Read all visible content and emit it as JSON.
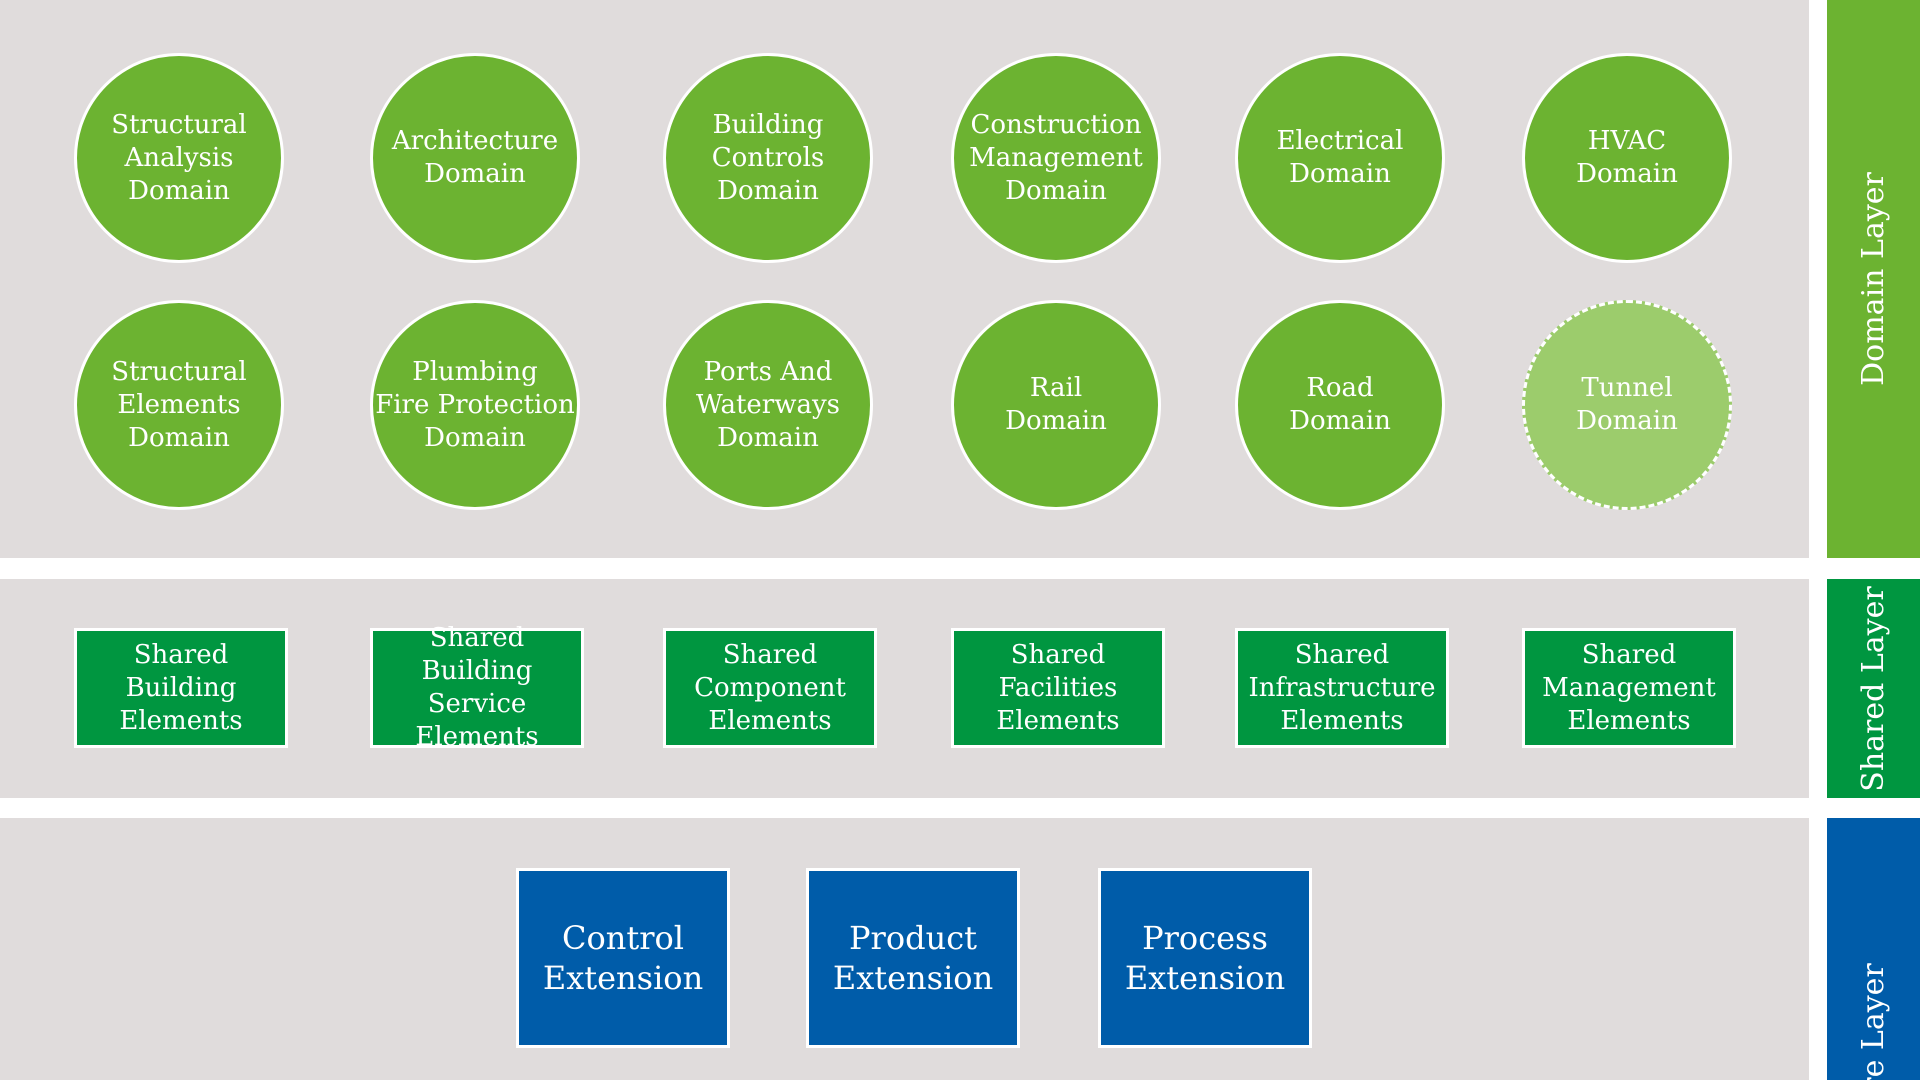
{
  "colors": {
    "background_band": "#e0dcdc",
    "domain_green": "#6cb331",
    "planned_green": "#9ccc6c",
    "shared_green": "#009640",
    "core_blue": "#005ca9",
    "outline": "#ffffff"
  },
  "layers": {
    "domain": "Domain Layer",
    "shared": "Shared Layer",
    "core": "Core Layer"
  },
  "domains": {
    "structural_analysis": "Structural\nAnalysis\nDomain",
    "architecture": "Architecture\nDomain",
    "building_controls": "Building\nControls\nDomain",
    "construction_management": "Construction\nManagement\nDomain",
    "electrical": "Electrical\nDomain",
    "hvac": "HVAC\nDomain",
    "structural_elements": "Structural\nElements\nDomain",
    "plumbing_fire_protection": "Plumbing\nFire Protection\nDomain",
    "ports_and_waterways": "Ports And\nWaterways\nDomain",
    "rail": "Rail\nDomain",
    "road": "Road\nDomain",
    "tunnel": "Tunnel\nDomain"
  },
  "shared": {
    "building_elements": "Shared\nBuilding\nElements",
    "building_service_elements": "Shared\nBuilding Service\nElements",
    "component_elements": "Shared\nComponent\nElements",
    "facilities_elements": "Shared\nFacilities\nElements",
    "infrastructure_elements": "Shared\nInfrastructure\nElements",
    "management_elements": "Shared\nManagement\nElements"
  },
  "core": {
    "control_extension": "Control\nExtension",
    "product_extension": "Product\nExtension",
    "process_extension": "Process\nExtension"
  }
}
